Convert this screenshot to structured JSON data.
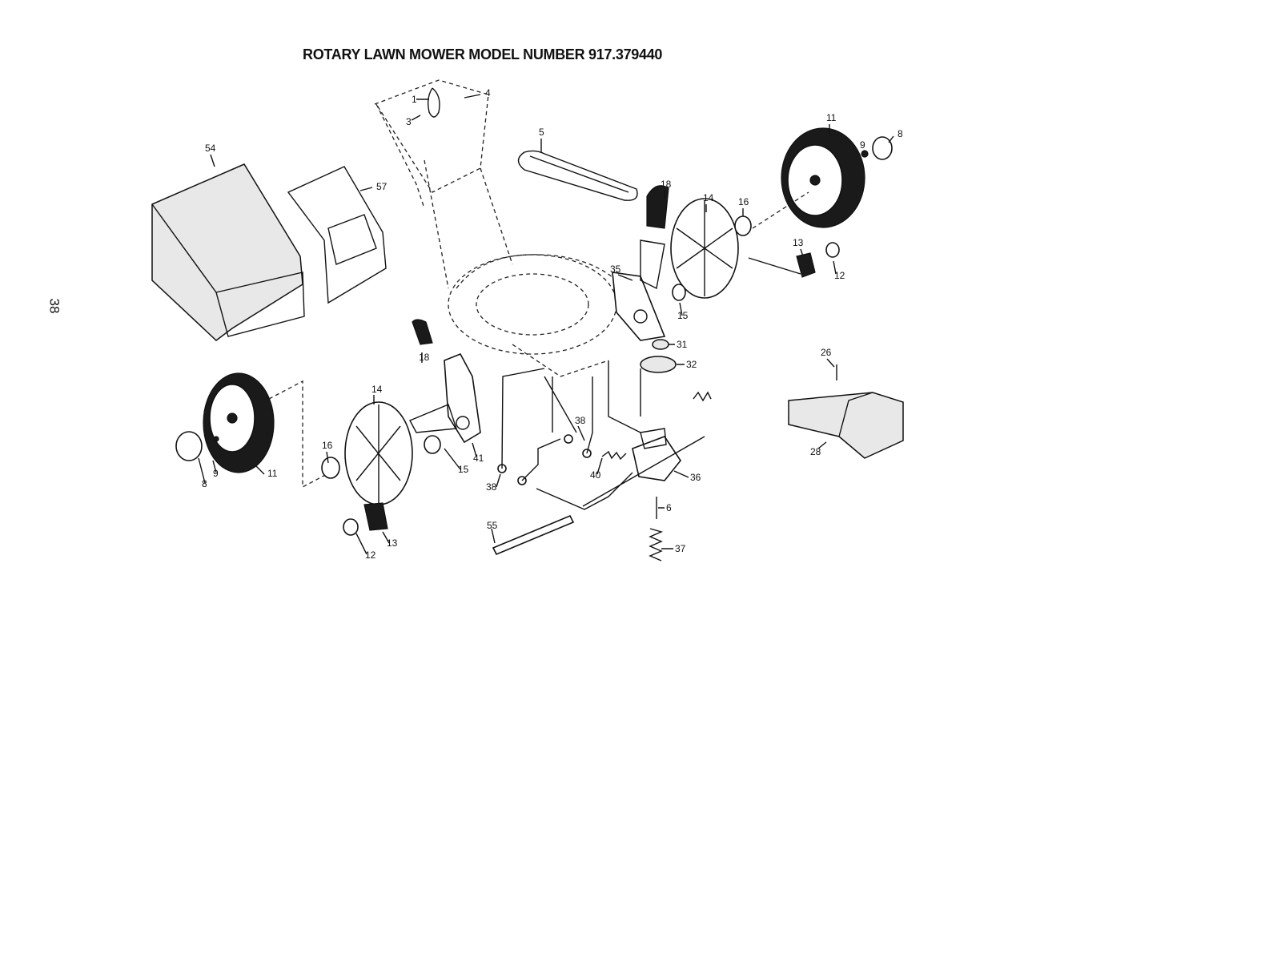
{
  "title": "ROTARY LAWN MOWER MODEL NUMBER 917.379440",
  "page_number": "38",
  "callouts": {
    "c1": "1",
    "c3": "3",
    "c4": "4",
    "c5": "5",
    "c54": "54",
    "c57": "57",
    "c18a": "18",
    "c14a": "14",
    "c16a": "16",
    "c11a": "11",
    "c9a": "9",
    "c8a": "8",
    "c13a": "13",
    "c12a": "12",
    "c35": "35",
    "c15a": "15",
    "c31": "31",
    "c32": "32",
    "c26": "26",
    "c28": "28",
    "c18b": "18",
    "c14b": "14",
    "c16b": "16",
    "c11b": "11",
    "c9b": "9",
    "c8b": "8",
    "c13b": "13",
    "c12b": "12",
    "c15b": "15",
    "c41": "41",
    "c38a": "38",
    "c38b": "38",
    "c40": "40",
    "c36": "36",
    "c6": "6",
    "c37": "37",
    "c55": "55"
  }
}
